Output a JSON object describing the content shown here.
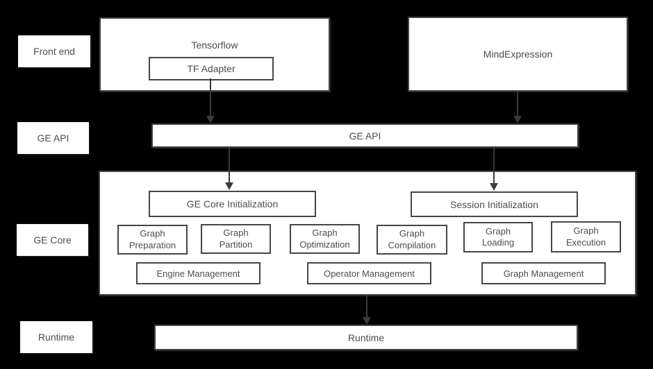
{
  "colors": {
    "background": "#000000",
    "box_fill": "#ffffff",
    "box_border": "#454545",
    "text": "#4d4d4d",
    "arrow": "#3a3a3a"
  },
  "row_labels": {
    "front_end": "Front end",
    "ge_api": "GE API",
    "ge_core": "GE Core",
    "runtime": "Runtime"
  },
  "front_end": {
    "tensorflow": "Tensorflow",
    "tf_adapter": "TF Adapter",
    "mind_expression": "MindExpression"
  },
  "ge_api_bar": {
    "label": "GE API"
  },
  "ge_core": {
    "ge_core_initialization": "GE Core Initialization",
    "session_initialization": "Session Initialization",
    "modules": [
      "Graph Preparation",
      "Graph Partition",
      "Graph Optimization",
      "Graph Compilation",
      "Graph Loading",
      "Graph Execution"
    ],
    "management": [
      "Engine Management",
      "Operator Management",
      "Graph Management"
    ]
  },
  "runtime_bar": {
    "label": "Runtime"
  }
}
